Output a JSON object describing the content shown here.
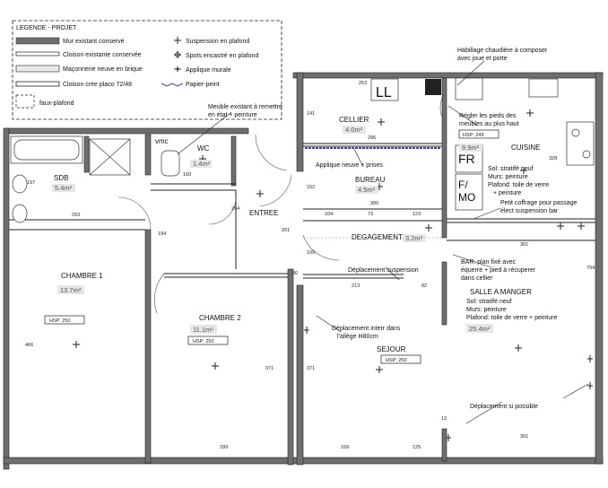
{
  "legend": {
    "title": "LEGENDE - PROJET",
    "mur_existant": "Mur existant conservé",
    "cloison_existante": "Cloison existante conservée",
    "maconnerie": "Maçonnerie neuve en  brique",
    "cloison_placo": "Cloison crée placo 72/48",
    "faux_plafond": "faux-plafond",
    "suspension": "Suspension en plafond",
    "spots": "Spots encastré en plafond",
    "applique": "Applique murale",
    "papier_peint": "Papier-peint"
  },
  "rooms": {
    "cellier": {
      "name": "CELLIER",
      "area": "4.0m²"
    },
    "wc": {
      "name": "WC",
      "area": "1.4m²"
    },
    "vmc": "vmc",
    "sdb": {
      "name": "SDB",
      "area": "5.4m²"
    },
    "bureau": {
      "name": "BUREAU",
      "area": "4.5m²"
    },
    "entree": {
      "name": "ENTREE"
    },
    "degagement": {
      "name": "DEGAGEMENT",
      "area": "3.2m²"
    },
    "cuisine": {
      "name": "CUISINE",
      "area": "9.9m²",
      "hsp": "HSP: 249"
    },
    "chambre1": {
      "name": "CHAMBRE 1",
      "area": "13.7m²",
      "hsp": "HSP: 250"
    },
    "chambre2": {
      "name": "CHAMBRE 2",
      "area": "11.1m²",
      "hsp": "HSP: 250"
    },
    "salle": {
      "name": "SALLE A MANGER"
    },
    "sejour": {
      "name": "SEJOUR",
      "area": "25.4m²",
      "hsp": "HSP: 250"
    }
  },
  "fixtures": {
    "ll": "LL",
    "fr": "FR",
    "fmo": "F/\nMO",
    "fmo_1": "F/",
    "fmo_2": "MO"
  },
  "notes": {
    "habillage_1": "Habillage chaudière à composer",
    "habillage_2": "avec joue et porte",
    "meuble_1": "Meuble existant à remettre",
    "meuble_2": "en état + peinture",
    "regler_1": "Régler les pieds des",
    "regler_2": "meubles au plus haut",
    "cuisine_1": "Sol: stratifé neuf",
    "cuisine_2": "Murs: peinture",
    "cuisine_3": "Plafond: toile de verre",
    "cuisine_4": "+ peinture",
    "applique_neuve": "Applique neuve + prises",
    "coffrage_1": "Petit coffrage pour passage",
    "coffrage_2": "élect suspension bar",
    "bar_1": "BAR: plan fixé avec",
    "bar_2": "équerre + pied à récuperer",
    "bar_3": "dans cellier",
    "deplacement_susp": "Déplacement suspension",
    "salle_1": "Sol: stratifé neuf",
    "salle_2": "Murs: peinture",
    "salle_3": "Plafond: toile de verre + peinture",
    "interr_1": "Déplacement interr dans",
    "interr_2": "l'allège H80cm",
    "deplacement_possible": "Déplacement si possible"
  },
  "dims": {
    "d253": "253",
    "d141": "141",
    "d296": "296",
    "d160": "160",
    "d197": "197",
    "d293": "293",
    "d194": "194",
    "d294": "294",
    "d201": "201",
    "d152": "152",
    "d300": "300",
    "d104": "104",
    "d73": "73",
    "d123": "123",
    "d328": "328",
    "d301a": "301",
    "d109": "109",
    "d90": "90",
    "d213": "213",
    "d82": "82",
    "d794": "794",
    "d466": "466",
    "d371a": "371",
    "d371b": "371",
    "d299": "299",
    "d169": "169",
    "d125": "125",
    "d301b": "301",
    "d13": "13"
  }
}
